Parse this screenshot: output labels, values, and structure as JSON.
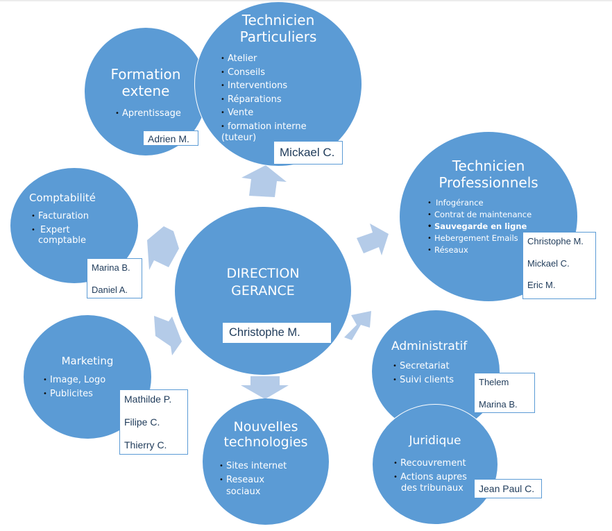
{
  "diagram": {
    "center": {
      "title_line1": "DIRECTION",
      "title_line2": "GERANCE",
      "person": "Christophe M."
    },
    "nodes": {
      "technicien_particuliers": {
        "title_line1": "Technicien",
        "title_line2": "Particuliers",
        "items": [
          "Atelier",
          "Conseils",
          "Interventions",
          "Réparations",
          "Vente",
          "formation interne",
          "(tuteur)"
        ],
        "people": [
          "Mickael C."
        ]
      },
      "formation_externe": {
        "title_line1": "Formation",
        "title_line2": "extene",
        "items": [
          "Aprentissage"
        ],
        "people": [
          "Adrien M."
        ]
      },
      "technicien_professionnels": {
        "title_line1": "Technicien",
        "title_line2": "Professionnels",
        "items": [
          "Infogérance",
          "Contrat de maintenance",
          "Sauvegarde en ligne",
          "Hebergement Emails",
          "Réseaux"
        ],
        "people": [
          "Christophe M.",
          "Mickael C.",
          "Eric M."
        ]
      },
      "comptabilite": {
        "title": "Comptabilité",
        "items": [
          "Facturation",
          "Expert",
          "comptable"
        ],
        "people": [
          "Marina B.",
          "Daniel A."
        ]
      },
      "administratif": {
        "title": "Administratif",
        "items": [
          "Secretariat",
          "Suivi clients"
        ],
        "people": [
          "Thelem",
          "Marina B."
        ]
      },
      "juridique": {
        "title": "Juridique",
        "items": [
          "Recouvrement",
          "Actions aupres",
          "des tribunaux"
        ],
        "people": [
          "Jean Paul C."
        ]
      },
      "marketing": {
        "title": "Marketing",
        "items": [
          "Image, Logo",
          "Publicites"
        ],
        "people": [
          "Mathilde P.",
          "Filipe C.",
          "Thierry C."
        ]
      },
      "nouvelles_technologies": {
        "title_line1": "Nouvelles",
        "title_line2": "technologies",
        "items": [
          "Sites internet",
          "Reseaux",
          "sociaux"
        ],
        "people": []
      }
    },
    "colors": {
      "circle": "#5b9bd5",
      "arrow": "#b4cbe8",
      "box_border": "#5b9bd5",
      "box_text": "#1f3b5a"
    }
  }
}
